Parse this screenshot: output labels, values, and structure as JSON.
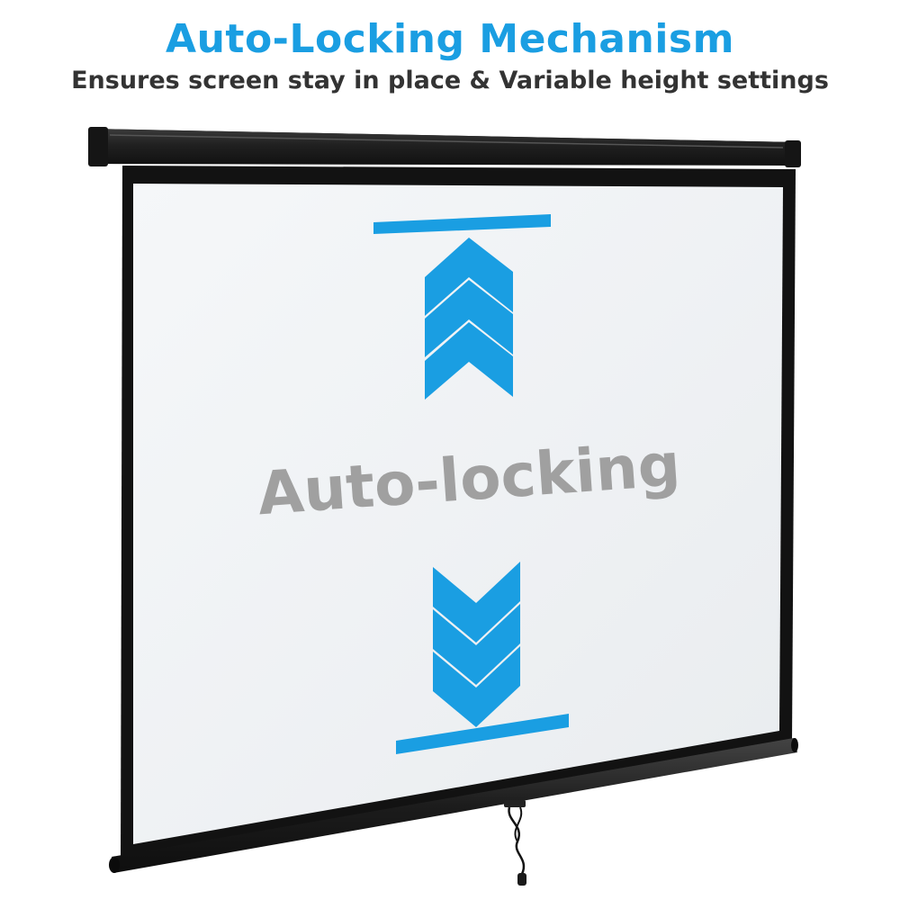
{
  "header": {
    "title": "Auto-Locking Mechanism",
    "subtitle": "Ensures screen stay in place & Variable height settings"
  },
  "screen": {
    "label": "Auto-locking"
  },
  "colors": {
    "accent": "#1a9ee2",
    "label_gray": "#a0a0a0",
    "title_dark": "#333333",
    "housing": "#1e1e1e",
    "screen_surface": "#f2f4f6"
  },
  "icons": {
    "up": "chevron-up-icon",
    "down": "chevron-down-icon",
    "pull_cord": "pull-cord-icon"
  }
}
